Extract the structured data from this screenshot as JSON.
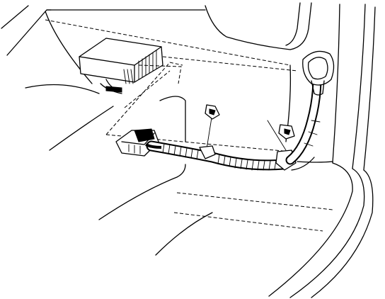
{
  "figure": {
    "kind": "line-art",
    "subject": "ecu-and-wiring-harness",
    "colors": {
      "line": "#000000",
      "background": "#ffffff"
    },
    "parts": [
      {
        "id": "ecu-module",
        "icon": "ecu-box"
      },
      {
        "id": "wiring-harness",
        "icon": "corrugated-conduit"
      },
      {
        "id": "harness-connector",
        "icon": "multi-pin-connector"
      },
      {
        "id": "retaining-clip-left",
        "icon": "clip"
      },
      {
        "id": "retaining-clip-right",
        "icon": "clip"
      },
      {
        "id": "rubber-grommet",
        "icon": "grommet"
      }
    ]
  }
}
